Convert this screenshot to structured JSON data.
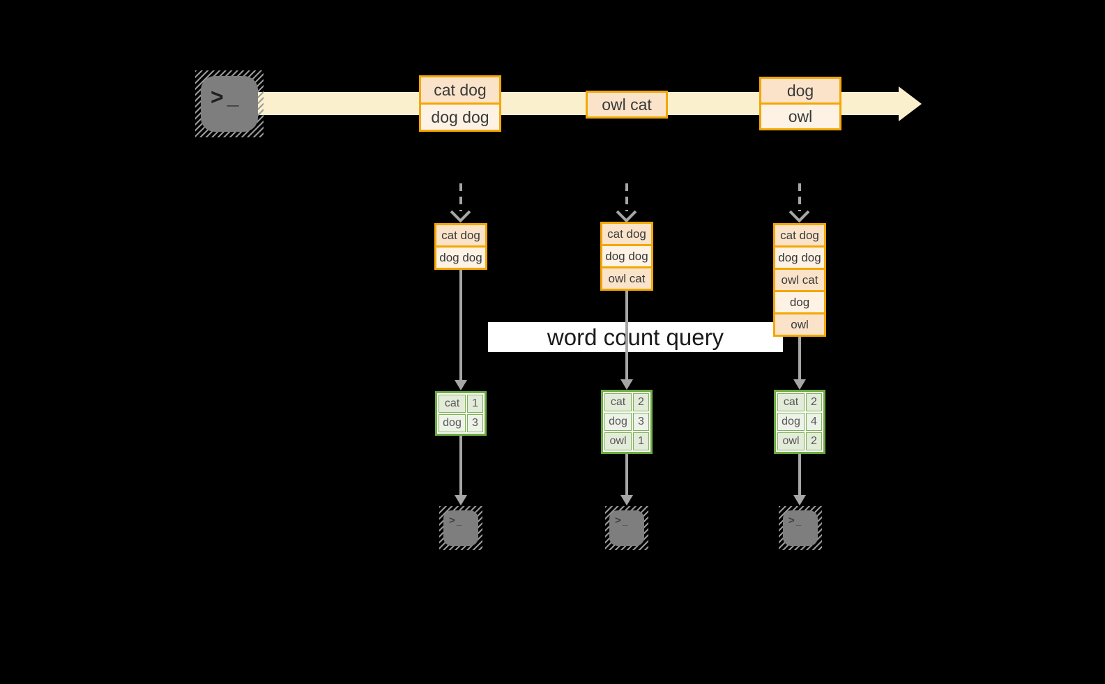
{
  "query": {
    "label": "word count query"
  },
  "terminal": {
    "prompt": ">",
    "cursor": "_"
  },
  "stream": {
    "batches": [
      {
        "cells": [
          "cat dog",
          "dog dog"
        ]
      },
      {
        "cells": [
          "owl cat"
        ]
      },
      {
        "cells": [
          "dog",
          "owl"
        ]
      }
    ]
  },
  "states": [
    {
      "cells": [
        "cat dog",
        "dog dog"
      ]
    },
    {
      "cells": [
        "cat dog",
        "dog dog",
        "owl cat"
      ]
    },
    {
      "cells": [
        "cat dog",
        "dog dog",
        "owl cat",
        "dog",
        "owl"
      ]
    }
  ],
  "results": [
    {
      "rows": [
        {
          "word": "cat",
          "count": "1"
        },
        {
          "word": "dog",
          "count": "3"
        }
      ]
    },
    {
      "rows": [
        {
          "word": "cat",
          "count": "2"
        },
        {
          "word": "dog",
          "count": "3"
        },
        {
          "word": "owl",
          "count": "1"
        }
      ]
    },
    {
      "rows": [
        {
          "word": "cat",
          "count": "2"
        },
        {
          "word": "dog",
          "count": "4"
        },
        {
          "word": "owl",
          "count": "2"
        }
      ]
    }
  ],
  "colors": {
    "background": "#000000",
    "stream_band": "#FAF0CD",
    "record_border": "#F2A702",
    "record_peach": "#FAE3C9",
    "record_cream": "#FDF2E4",
    "table_border": "#6FAA44",
    "table_cell_green": "#E3EBD9",
    "table_cell_light": "#EEF3E9",
    "arrow_gray": "#A6A6A6",
    "terminal_gray": "#7E7E7E",
    "query_band": "#FFFFFF",
    "query_text": "#1A1A1A"
  }
}
